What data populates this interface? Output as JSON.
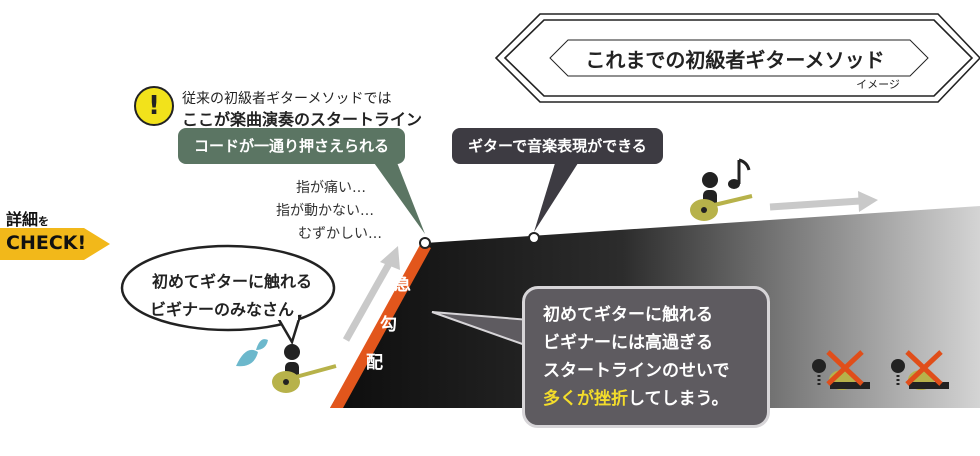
{
  "title": {
    "main": "これまでの初級者ギターメソッド",
    "sub": "イメージ"
  },
  "warning": {
    "icon": "!",
    "line1": "従来の初級者ギターメソッドでは",
    "line2": "ここが楽曲演奏のスタートライン"
  },
  "labels": {
    "chords": "コードが一通り押さえられる",
    "expression": "ギターで音楽表現ができる"
  },
  "pain_points": [
    "指が痛い…",
    "指が動かない…",
    "むずかしい…"
  ],
  "check": {
    "line1_main": "詳細",
    "line1_small": "を",
    "line2": "CHECK!"
  },
  "beginner_bubble": {
    "line1": "初めてギターに触れる",
    "line2": "ビギナーのみなさん"
  },
  "slope_label": [
    "急",
    "勾",
    "配"
  ],
  "explanation": {
    "line1": "初めてギターに触れる",
    "line2": "ビギナーには高過ぎる",
    "line3": "スタートラインのせいで",
    "line4_highlight": "多くが挫折",
    "line4_rest": "してしまう。"
  },
  "colors": {
    "slope_edge": "#e2561c",
    "accent_yellow": "#f3dd2b",
    "check_arrow": "#f2b81a",
    "green_label": "#5b7563",
    "dark_label": "#3d3b42",
    "guitar": "#b7b24a",
    "fail_x": "#e04e1a"
  }
}
